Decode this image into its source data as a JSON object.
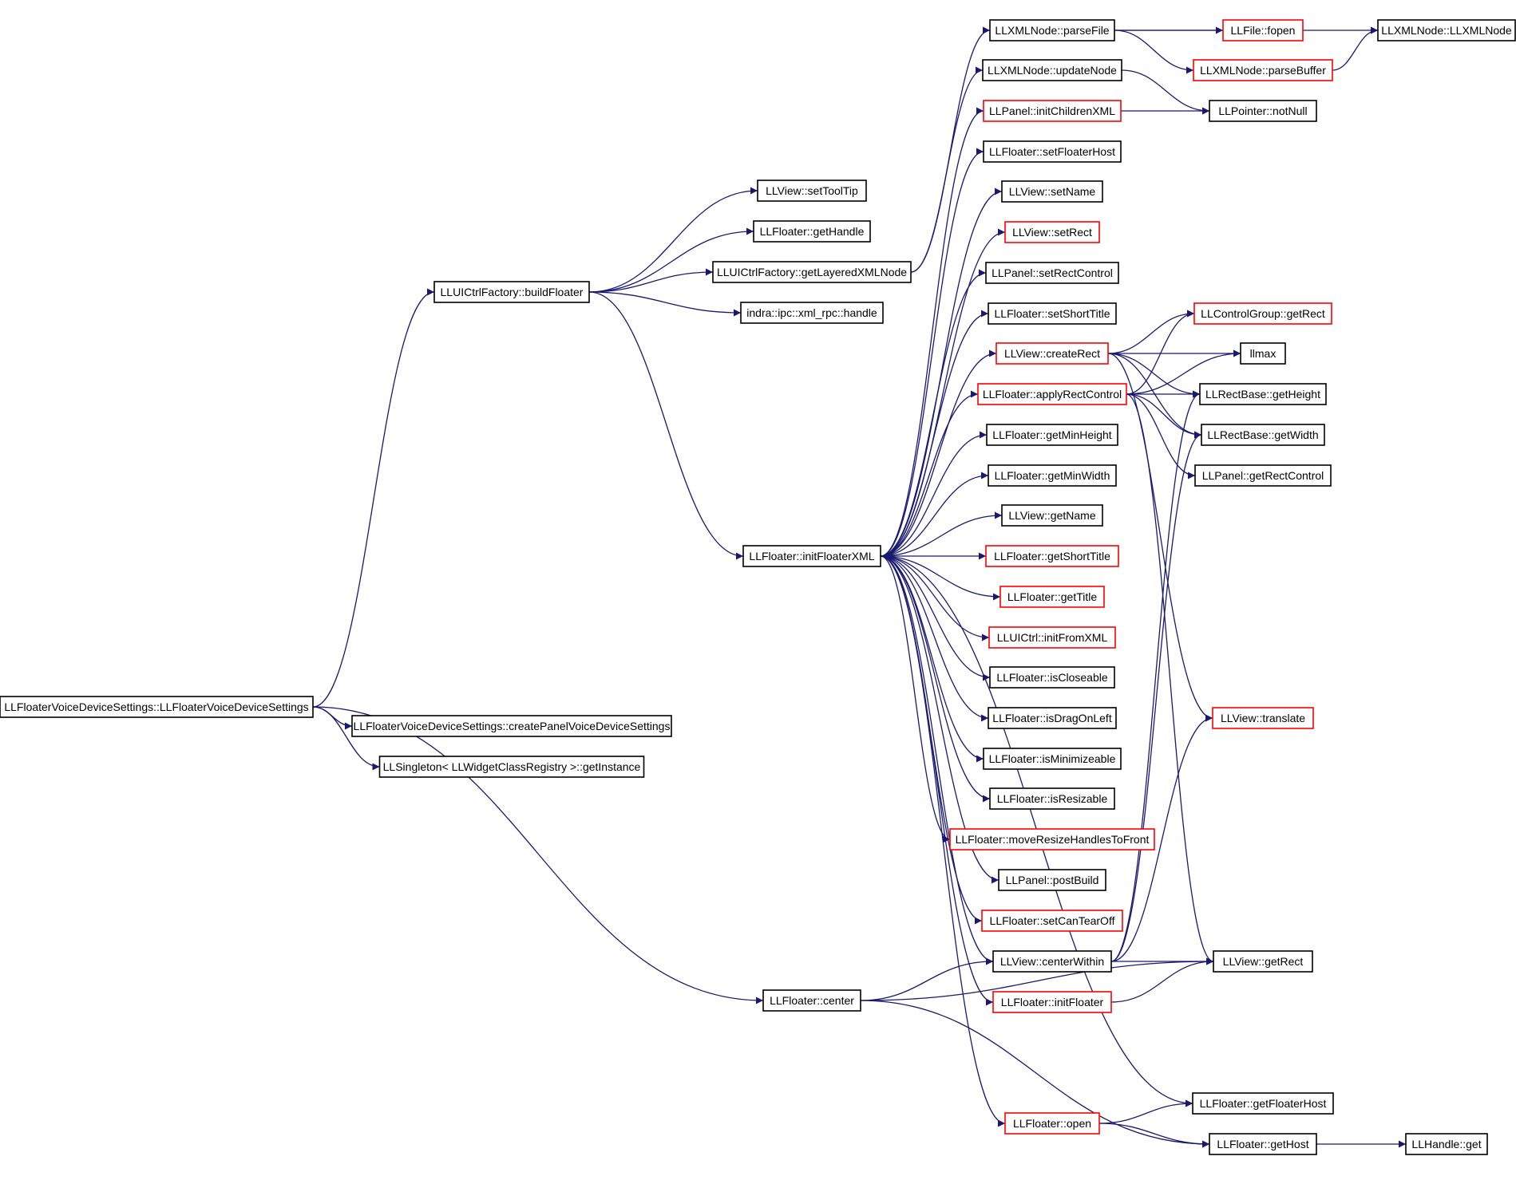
{
  "colors": {
    "edge": "#191970",
    "node_border_default": "#000000",
    "node_border_incomplete": "#ff0000",
    "root_fill": "#bfbfbf"
  },
  "nodes": [
    {
      "id": "root",
      "label": "LLFloaterVoiceDeviceSettings::LLFloaterVoiceDeviceSettings",
      "style": "root"
    },
    {
      "id": "createPanel",
      "label": "LLFloaterVoiceDeviceSettings::createPanelVoiceDeviceSettings",
      "style": "black"
    },
    {
      "id": "getInstance",
      "label": "LLSingleton< LLWidgetClassRegistry >::getInstance",
      "style": "black"
    },
    {
      "id": "buildFloater",
      "label": "LLUICtrlFactory::buildFloater",
      "style": "black"
    },
    {
      "id": "setToolTip",
      "label": "LLView::setToolTip",
      "style": "black"
    },
    {
      "id": "getHandle",
      "label": "LLFloater::getHandle",
      "style": "black"
    },
    {
      "id": "getLayeredXMLNode",
      "label": "LLUICtrlFactory::getLayeredXMLNode",
      "style": "black"
    },
    {
      "id": "xmlrpcHandle",
      "label": "indra::ipc::xml_rpc::handle",
      "style": "black"
    },
    {
      "id": "initFloaterXML",
      "label": "LLFloater::initFloaterXML",
      "style": "black"
    },
    {
      "id": "center",
      "label": "LLFloater::center",
      "style": "black"
    },
    {
      "id": "parseFile",
      "label": "LLXMLNode::parseFile",
      "style": "black"
    },
    {
      "id": "updateNode",
      "label": "LLXMLNode::updateNode",
      "style": "black"
    },
    {
      "id": "initChildrenXML",
      "label": "LLPanel::initChildrenXML",
      "style": "red"
    },
    {
      "id": "setFloaterHost",
      "label": "LLFloater::setFloaterHost",
      "style": "black"
    },
    {
      "id": "setName",
      "label": "LLView::setName",
      "style": "black"
    },
    {
      "id": "setRect",
      "label": "LLView::setRect",
      "style": "red"
    },
    {
      "id": "setRectControl",
      "label": "LLPanel::setRectControl",
      "style": "black"
    },
    {
      "id": "setShortTitle",
      "label": "LLFloater::setShortTitle",
      "style": "black"
    },
    {
      "id": "createRect",
      "label": "LLView::createRect",
      "style": "red"
    },
    {
      "id": "applyRectControl",
      "label": "LLFloater::applyRectControl",
      "style": "red"
    },
    {
      "id": "getMinHeight",
      "label": "LLFloater::getMinHeight",
      "style": "black"
    },
    {
      "id": "getMinWidth",
      "label": "LLFloater::getMinWidth",
      "style": "black"
    },
    {
      "id": "getName",
      "label": "LLView::getName",
      "style": "black"
    },
    {
      "id": "getShortTitle",
      "label": "LLFloater::getShortTitle",
      "style": "red"
    },
    {
      "id": "getTitle",
      "label": "LLFloater::getTitle",
      "style": "red"
    },
    {
      "id": "initFromXML",
      "label": "LLUICtrl::initFromXML",
      "style": "red"
    },
    {
      "id": "isCloseable",
      "label": "LLFloater::isCloseable",
      "style": "black"
    },
    {
      "id": "isDragOnLeft",
      "label": "LLFloater::isDragOnLeft",
      "style": "black"
    },
    {
      "id": "isMinimizeable",
      "label": "LLFloater::isMinimizeable",
      "style": "black"
    },
    {
      "id": "isResizable",
      "label": "LLFloater::isResizable",
      "style": "black"
    },
    {
      "id": "moveResizeHandles",
      "label": "LLFloater::moveResizeHandlesToFront",
      "style": "red"
    },
    {
      "id": "postBuild",
      "label": "LLPanel::postBuild",
      "style": "black"
    },
    {
      "id": "setCanTearOff",
      "label": "LLFloater::setCanTearOff",
      "style": "red"
    },
    {
      "id": "centerWithin",
      "label": "LLView::centerWithin",
      "style": "black"
    },
    {
      "id": "initFloater",
      "label": "LLFloater::initFloater",
      "style": "red"
    },
    {
      "id": "open",
      "label": "LLFloater::open",
      "style": "red"
    },
    {
      "id": "fopen",
      "label": "LLFile::fopen",
      "style": "red"
    },
    {
      "id": "parseBuffer",
      "label": "LLXMLNode::parseBuffer",
      "style": "red"
    },
    {
      "id": "notNull",
      "label": "LLPointer::notNull",
      "style": "black"
    },
    {
      "id": "getRectCG",
      "label": "LLControlGroup::getRect",
      "style": "red"
    },
    {
      "id": "llmax",
      "label": "llmax",
      "style": "black"
    },
    {
      "id": "getHeight",
      "label": "LLRectBase::getHeight",
      "style": "black"
    },
    {
      "id": "getWidth",
      "label": "LLRectBase::getWidth",
      "style": "black"
    },
    {
      "id": "getRectControl",
      "label": "LLPanel::getRectControl",
      "style": "black"
    },
    {
      "id": "translate",
      "label": "LLView::translate",
      "style": "red"
    },
    {
      "id": "getRect",
      "label": "LLView::getRect",
      "style": "black"
    },
    {
      "id": "getFloaterHost",
      "label": "LLFloater::getFloaterHost",
      "style": "black"
    },
    {
      "id": "getHost",
      "label": "LLFloater::getHost",
      "style": "black"
    },
    {
      "id": "xmlNodeCtor",
      "label": "LLXMLNode::LLXMLNode",
      "style": "black"
    },
    {
      "id": "handleGet",
      "label": "LLHandle::get",
      "style": "black"
    }
  ],
  "edges": [
    [
      "root",
      "buildFloater"
    ],
    [
      "root",
      "createPanel"
    ],
    [
      "root",
      "getInstance"
    ],
    [
      "root",
      "center"
    ],
    [
      "buildFloater",
      "setToolTip"
    ],
    [
      "buildFloater",
      "getHandle"
    ],
    [
      "buildFloater",
      "getLayeredXMLNode"
    ],
    [
      "buildFloater",
      "xmlrpcHandle"
    ],
    [
      "buildFloater",
      "initFloaterXML"
    ],
    [
      "getLayeredXMLNode",
      "parseFile"
    ],
    [
      "getLayeredXMLNode",
      "updateNode"
    ],
    [
      "initFloaterXML",
      "initChildrenXML"
    ],
    [
      "initFloaterXML",
      "setFloaterHost"
    ],
    [
      "initFloaterXML",
      "setName"
    ],
    [
      "initFloaterXML",
      "setRect"
    ],
    [
      "initFloaterXML",
      "setRectControl"
    ],
    [
      "initFloaterXML",
      "setShortTitle"
    ],
    [
      "initFloaterXML",
      "createRect"
    ],
    [
      "initFloaterXML",
      "applyRectControl"
    ],
    [
      "initFloaterXML",
      "getMinHeight"
    ],
    [
      "initFloaterXML",
      "getMinWidth"
    ],
    [
      "initFloaterXML",
      "getName"
    ],
    [
      "initFloaterXML",
      "getShortTitle"
    ],
    [
      "initFloaterXML",
      "getTitle"
    ],
    [
      "initFloaterXML",
      "initFromXML"
    ],
    [
      "initFloaterXML",
      "isCloseable"
    ],
    [
      "initFloaterXML",
      "isDragOnLeft"
    ],
    [
      "initFloaterXML",
      "isMinimizeable"
    ],
    [
      "initFloaterXML",
      "isResizable"
    ],
    [
      "initFloaterXML",
      "moveResizeHandles"
    ],
    [
      "initFloaterXML",
      "postBuild"
    ],
    [
      "initFloaterXML",
      "setCanTearOff"
    ],
    [
      "initFloaterXML",
      "centerWithin"
    ],
    [
      "initFloaterXML",
      "initFloater"
    ],
    [
      "initFloaterXML",
      "open"
    ],
    [
      "initFloaterXML",
      "getFloaterHost"
    ],
    [
      "center",
      "centerWithin"
    ],
    [
      "center",
      "getRect"
    ],
    [
      "center",
      "getHost"
    ],
    [
      "parseFile",
      "fopen"
    ],
    [
      "parseFile",
      "parseBuffer"
    ],
    [
      "parseFile",
      "xmlNodeCtor"
    ],
    [
      "parseBuffer",
      "xmlNodeCtor"
    ],
    [
      "updateNode",
      "notNull"
    ],
    [
      "initChildrenXML",
      "notNull"
    ],
    [
      "createRect",
      "getRectCG"
    ],
    [
      "createRect",
      "llmax"
    ],
    [
      "createRect",
      "getHeight"
    ],
    [
      "createRect",
      "getWidth"
    ],
    [
      "createRect",
      "translate"
    ],
    [
      "applyRectControl",
      "getRectCG"
    ],
    [
      "applyRectControl",
      "llmax"
    ],
    [
      "applyRectControl",
      "getHeight"
    ],
    [
      "applyRectControl",
      "getWidth"
    ],
    [
      "applyRectControl",
      "getRectControl"
    ],
    [
      "applyRectControl",
      "getRect"
    ],
    [
      "centerWithin",
      "getHeight"
    ],
    [
      "centerWithin",
      "getWidth"
    ],
    [
      "centerWithin",
      "translate"
    ],
    [
      "centerWithin",
      "getRect"
    ],
    [
      "initFloater",
      "getRect"
    ],
    [
      "open",
      "getFloaterHost"
    ],
    [
      "open",
      "getHost"
    ],
    [
      "getHost",
      "handleGet"
    ]
  ]
}
